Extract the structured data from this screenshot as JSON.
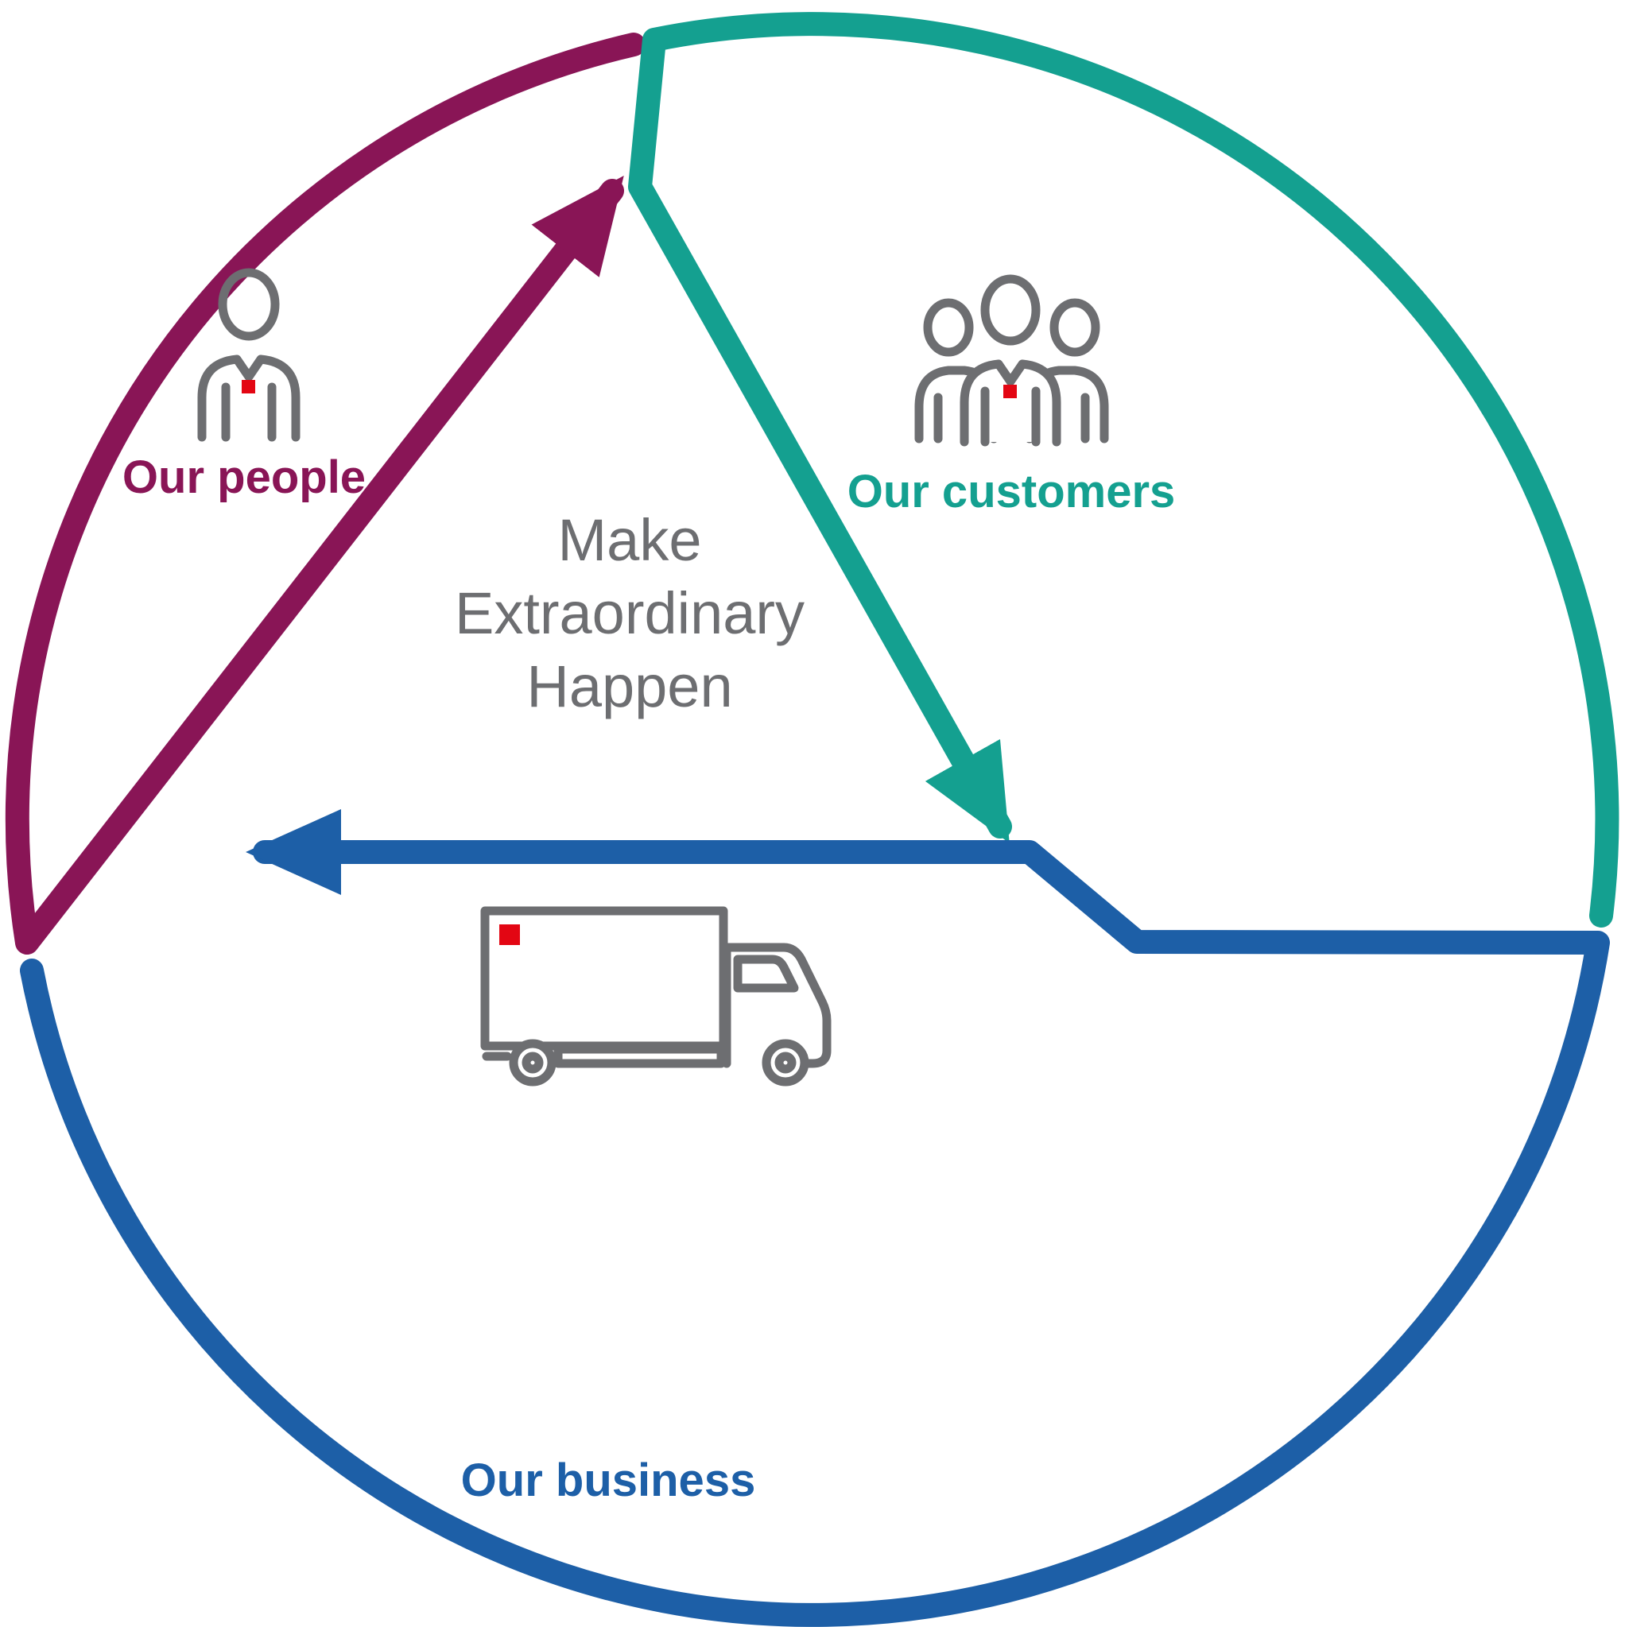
{
  "diagram": {
    "title": "Make Extraordinary Happen",
    "center": {
      "line1": "Make",
      "line2": "Extraordinary",
      "line3": "Happen"
    },
    "segments": {
      "people": {
        "label": "Our people",
        "icon": "person-icon"
      },
      "customers": {
        "label": "Our customers",
        "icon": "people-group-icon"
      },
      "business": {
        "label": "Our business",
        "icon": "truck-icon"
      }
    }
  },
  "colors": {
    "people": "#891556",
    "customers": "#14a090",
    "business": "#1d5fa7",
    "icon": "#6d6e71",
    "accent": "#e30613",
    "text": "#6d6e71"
  }
}
